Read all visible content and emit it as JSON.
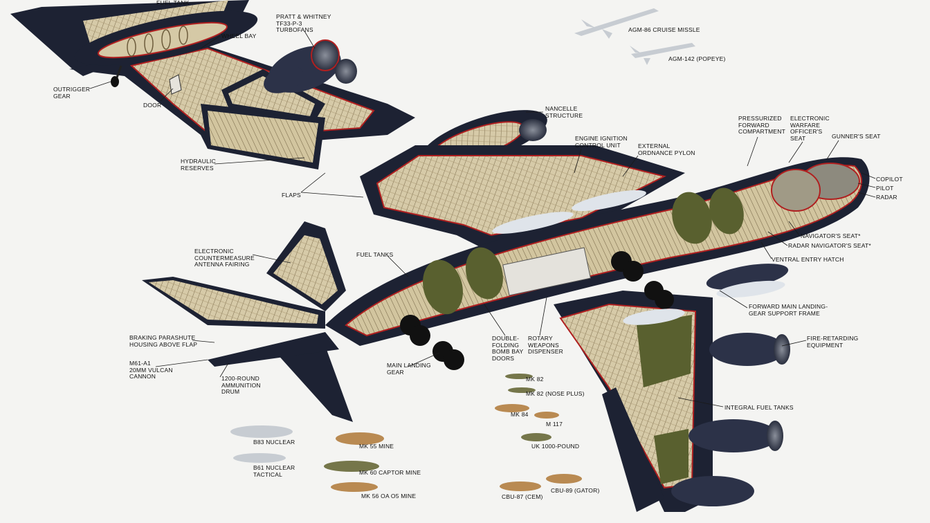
{
  "labels": {
    "fuel_tank": "FUEL TANK",
    "wheel_bay": "WHEEL BAY",
    "outrigger_gear": [
      "OUTRIGGER",
      "GEAR"
    ],
    "door": "DOOR",
    "engines": [
      "PRATT & WHITNEY",
      "TF33-P-3",
      "TURBOFANS"
    ],
    "hydraulic_reserves": [
      "HYDRAULIC",
      "RESERVES"
    ],
    "flaps": "FLAPS",
    "nacelle_structure": [
      "NANCELLE",
      "STRUCTURE"
    ],
    "engine_ignition": [
      "ENGINE IGNITION",
      "CONTROL UNIT"
    ],
    "external_pylon": [
      "EXTERNAL",
      "ORDNANCE PYLON"
    ],
    "pressurized": [
      "PRESSURIZED",
      "FORWARD",
      "COMPARTMENT"
    ],
    "ewo_seat": [
      "ELECTRONIC",
      "WARFARE",
      "OFFICER'S",
      "SEAT"
    ],
    "gunner_seat": "GUNNER'S SEAT",
    "copilot": "COPILOT",
    "pilot": "PILOT",
    "radar": "RADAR",
    "navigator_seat": "NAVIGATOR'S SEAT*",
    "radar_navigator_seat": "RADAR NAVIGATOR'S SEAT*",
    "ventral_hatch": "VENTRAL ENTRY HATCH",
    "ecm_fairing": [
      "ELECTRONIC",
      "COUNTERMEASURE",
      "ANTENNA FAIRING"
    ],
    "fuel_tanks": "FUEL TANKS",
    "forward_gear": [
      "FORWARD MAIN LANDING-",
      "GEAR SUPPORT FRAME"
    ],
    "fire_retarding": [
      "FIRE-RETARDING",
      "EQUIPMENT"
    ],
    "braking_parachute": [
      "BRAKING PARASHUTE",
      "HOUSING ABOVE FLAP"
    ],
    "vulcan_cannon": [
      "M61-A1",
      "20MM VULCAN",
      "CANNON"
    ],
    "ammo_drum": [
      "1200-ROUND",
      "AMMUNITION",
      "DRUM"
    ],
    "main_gear": [
      "MAIN LANDING",
      "GEAR"
    ],
    "bomb_bay_doors": [
      "DOUBLE-",
      "FOLDING",
      "BOMB BAY",
      "DOORS"
    ],
    "rotary_dispenser": [
      "ROTARY",
      "WEAPONS",
      "DISPENSER"
    ],
    "integral_fuel_tanks": "INTEGRAL FUEL TANKS",
    "agm86": "AGM-86 CRUISE MISSLE",
    "agm142": "AGM-142 (POPEYE)",
    "mk82": "MK 82",
    "mk82_nose": "MK 82 (NOSE PLUS)",
    "mk84": "MK 84",
    "m117": "M 117",
    "uk1000": "UK 1000-POUND",
    "b83": "B83 NUCLEAR",
    "b61": [
      "B61 NUCLEAR",
      "TACTICAL"
    ],
    "mk55": "MK 55 MINE",
    "mk60": "MK 60 CAPTOR MINE",
    "mk56": "MK 56 OA O5 MINE",
    "cbu87": "CBU-87 (CEM)",
    "cbu89": "CBU-89 (GATOR)"
  },
  "colors": {
    "background": "#f4f4f2",
    "fuselage": "#1d2233",
    "cutaway_structure": "#d8cdb2",
    "fuel_tank_olive": "#59602f",
    "cutaway_edge": "#b02020"
  }
}
